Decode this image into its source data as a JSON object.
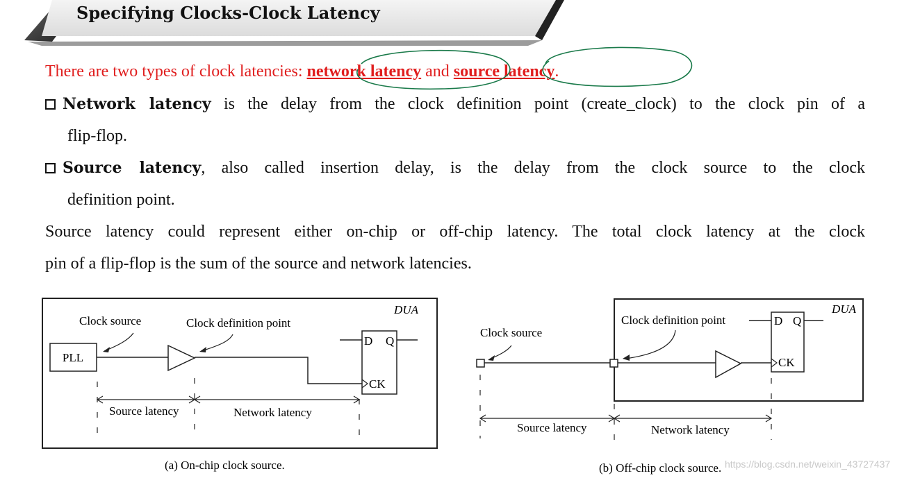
{
  "header": {
    "title": "Specifying Clocks-Clock Latency"
  },
  "intro": {
    "prefix": "There are two types of clock latencies: ",
    "term1": "network latency",
    "mid": " and ",
    "term2": "source latency",
    "suffix": "."
  },
  "bullets": [
    {
      "term": "Network latency",
      "line1": " is the delay from the clock definition point (create_clock) to the clock pin of a",
      "line2": "flip-flop."
    },
    {
      "term": "Source latency",
      "line1": ", also called insertion delay, is the delay from the clock source to the clock",
      "line2": "definition point."
    }
  ],
  "paragraph": {
    "line1": "Source latency could represent either on-chip or off-chip latency. The total clock latency at the clock",
    "line2": "pin of a flip-flop is the sum of the source and network latencies."
  },
  "diagram_a": {
    "dua": "DUA",
    "clock_source": "Clock source",
    "clock_def": "Clock definition point",
    "pll": "PLL",
    "d": "D",
    "q": "Q",
    "ck": "CK",
    "source_latency": "Source latency",
    "network_latency": "Network latency",
    "caption": "(a) On-chip clock source."
  },
  "diagram_b": {
    "dua": "DUA",
    "clock_source": "Clock source",
    "clock_def": "Clock definition point",
    "d": "D",
    "q": "Q",
    "ck": "CK",
    "source_latency": "Source latency",
    "network_latency": "Network latency",
    "caption": "(b) Off-chip clock source."
  },
  "watermark": "https://blog.csdn.net/weixin_43727437",
  "colors": {
    "highlight_red": "#e01d1d",
    "annotation_green": "#1a7a4a"
  }
}
